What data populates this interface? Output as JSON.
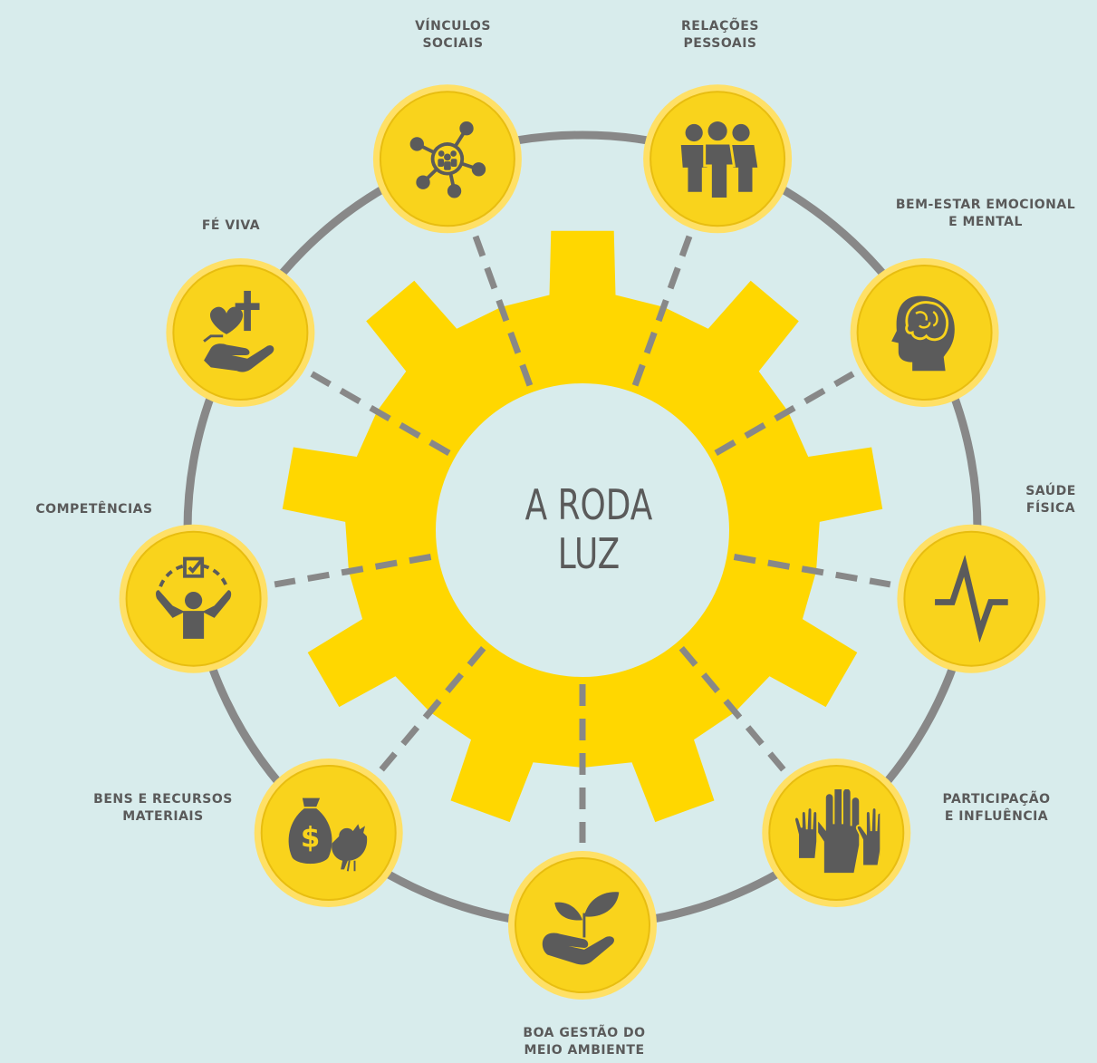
{
  "title": {
    "line1": "A RODA",
    "line2": "LUZ"
  },
  "colors": {
    "background": "#d8ecec",
    "gear": "#ffd700",
    "gear_center": "#d8ecec",
    "ring": "#888888",
    "icon_circle": "#f9d31c",
    "icon_circle_edge": "#ffe066",
    "icon": "#5b5b5b",
    "label": "#5a5a5a"
  },
  "nodes": [
    {
      "id": "vinculos",
      "lines": [
        "VÍNCULOS",
        "SOCIAIS"
      ],
      "icon": "network-people-icon"
    },
    {
      "id": "relacoes",
      "lines": [
        "RELAÇÕES",
        "PESSOAIS"
      ],
      "icon": "three-people-icon"
    },
    {
      "id": "bem_estar",
      "lines": [
        "BEM-ESTAR EMOCIONAL",
        "E MENTAL"
      ],
      "icon": "head-brain-icon"
    },
    {
      "id": "saude",
      "lines": [
        "SAÚDE",
        "FÍSICA"
      ],
      "icon": "heartbeat-icon"
    },
    {
      "id": "participacao",
      "lines": [
        "PARTICIPAÇÃO",
        "E INFLUÊNCIA"
      ],
      "icon": "raised-hands-icon"
    },
    {
      "id": "gestao",
      "lines": [
        "BOA GESTÃO DO",
        "MEIO AMBIENTE"
      ],
      "icon": "hand-plant-icon"
    },
    {
      "id": "bens",
      "lines": [
        "BENS E RECURSOS",
        "MATERIAIS"
      ],
      "icon": "money-bag-chicken-icon"
    },
    {
      "id": "competencias",
      "lines": [
        "COMPETÊNCIAS"
      ],
      "icon": "person-checkbox-icon"
    },
    {
      "id": "fe",
      "lines": [
        "FÉ VIVA"
      ],
      "icon": "hand-heart-cross-icon"
    }
  ]
}
